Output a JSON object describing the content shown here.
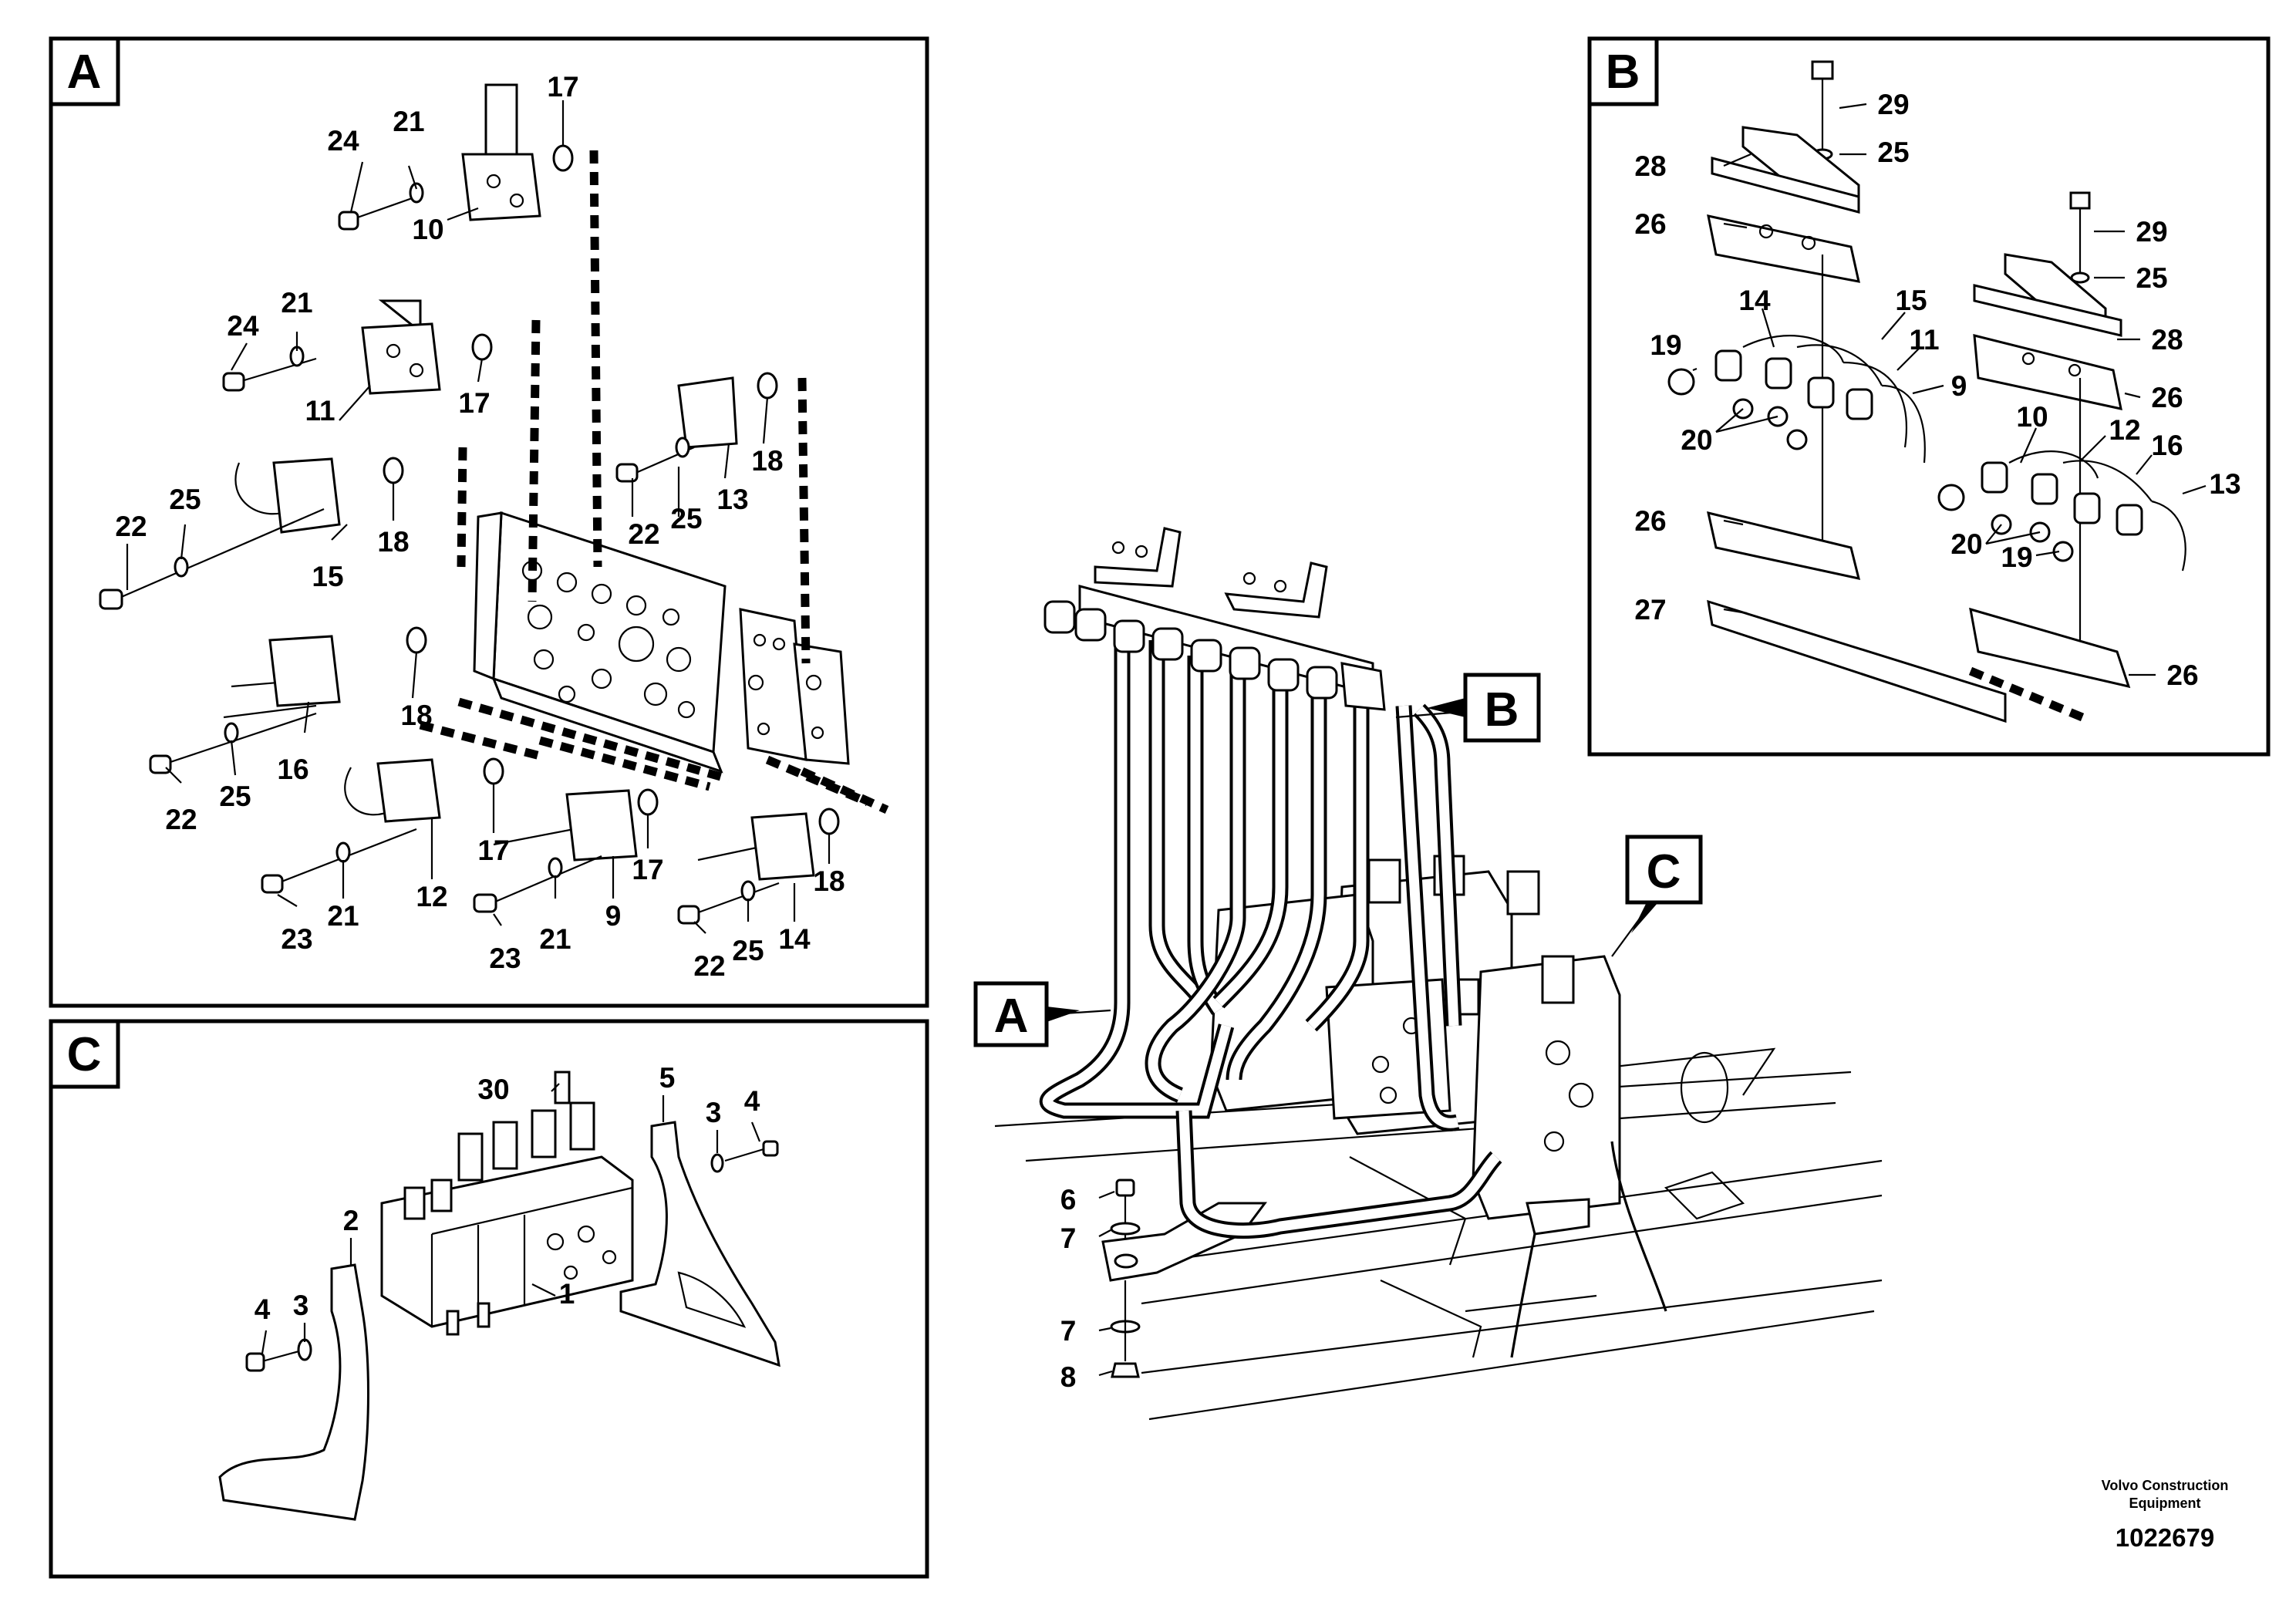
{
  "panels": {
    "A": {
      "letter": "A"
    },
    "B": {
      "letter": "B"
    },
    "C": {
      "letter": "C"
    }
  },
  "callouts": {
    "A": "A",
    "B": "B",
    "C": "C"
  },
  "labels": {
    "a": [
      {
        "id": "a24a",
        "text": "24"
      },
      {
        "id": "a21a",
        "text": "21"
      },
      {
        "id": "a17a",
        "text": "17"
      },
      {
        "id": "a10",
        "text": "10"
      },
      {
        "id": "a24b",
        "text": "24"
      },
      {
        "id": "a21b",
        "text": "21"
      },
      {
        "id": "a11",
        "text": "11"
      },
      {
        "id": "a17b",
        "text": "17"
      },
      {
        "id": "a18a",
        "text": "18"
      },
      {
        "id": "a22a",
        "text": "22"
      },
      {
        "id": "a25a",
        "text": "25"
      },
      {
        "id": "a13",
        "text": "13"
      },
      {
        "id": "a22b",
        "text": "22"
      },
      {
        "id": "a25b",
        "text": "25"
      },
      {
        "id": "a15",
        "text": "15"
      },
      {
        "id": "a18b",
        "text": "18"
      },
      {
        "id": "a18c",
        "text": "18"
      },
      {
        "id": "a16",
        "text": "16"
      },
      {
        "id": "a22c",
        "text": "22"
      },
      {
        "id": "a25c",
        "text": "25"
      },
      {
        "id": "a17c",
        "text": "17"
      },
      {
        "id": "a17d",
        "text": "17"
      },
      {
        "id": "a12",
        "text": "12"
      },
      {
        "id": "a18d",
        "text": "18"
      },
      {
        "id": "a9",
        "text": "9"
      },
      {
        "id": "a23a",
        "text": "23"
      },
      {
        "id": "a21c",
        "text": "21"
      },
      {
        "id": "a23b",
        "text": "23"
      },
      {
        "id": "a21d",
        "text": "21"
      },
      {
        "id": "a22d",
        "text": "22"
      },
      {
        "id": "a25d",
        "text": "25"
      },
      {
        "id": "a14",
        "text": "14"
      }
    ],
    "b": [
      {
        "id": "b29a",
        "text": "29"
      },
      {
        "id": "b28a",
        "text": "28"
      },
      {
        "id": "b25a",
        "text": "25"
      },
      {
        "id": "b26a",
        "text": "26"
      },
      {
        "id": "b29b",
        "text": "29"
      },
      {
        "id": "b25b",
        "text": "25"
      },
      {
        "id": "b14",
        "text": "14"
      },
      {
        "id": "b15",
        "text": "15"
      },
      {
        "id": "b28b",
        "text": "28"
      },
      {
        "id": "b19a",
        "text": "19"
      },
      {
        "id": "b11",
        "text": "11"
      },
      {
        "id": "b9",
        "text": "9"
      },
      {
        "id": "b26b",
        "text": "26"
      },
      {
        "id": "b20a",
        "text": "20"
      },
      {
        "id": "b10",
        "text": "10"
      },
      {
        "id": "b12",
        "text": "12"
      },
      {
        "id": "b16",
        "text": "16"
      },
      {
        "id": "b13",
        "text": "13"
      },
      {
        "id": "b26c",
        "text": "26"
      },
      {
        "id": "b20b",
        "text": "20"
      },
      {
        "id": "b19b",
        "text": "19"
      },
      {
        "id": "b27",
        "text": "27"
      },
      {
        "id": "b26d",
        "text": "26"
      }
    ],
    "c": [
      {
        "id": "c30",
        "text": "30"
      },
      {
        "id": "c5",
        "text": "5"
      },
      {
        "id": "c3a",
        "text": "3"
      },
      {
        "id": "c4a",
        "text": "4"
      },
      {
        "id": "c2",
        "text": "2"
      },
      {
        "id": "c4b",
        "text": "4"
      },
      {
        "id": "c3b",
        "text": "3"
      },
      {
        "id": "c1",
        "text": "1"
      }
    ],
    "main": [
      {
        "id": "m6",
        "text": "6"
      },
      {
        "id": "m7a",
        "text": "7"
      },
      {
        "id": "m7b",
        "text": "7"
      },
      {
        "id": "m8",
        "text": "8"
      }
    ]
  },
  "footer": {
    "company_line1": "Volvo Construction",
    "company_line2": "Equipment",
    "drawing_number": "1022679"
  }
}
